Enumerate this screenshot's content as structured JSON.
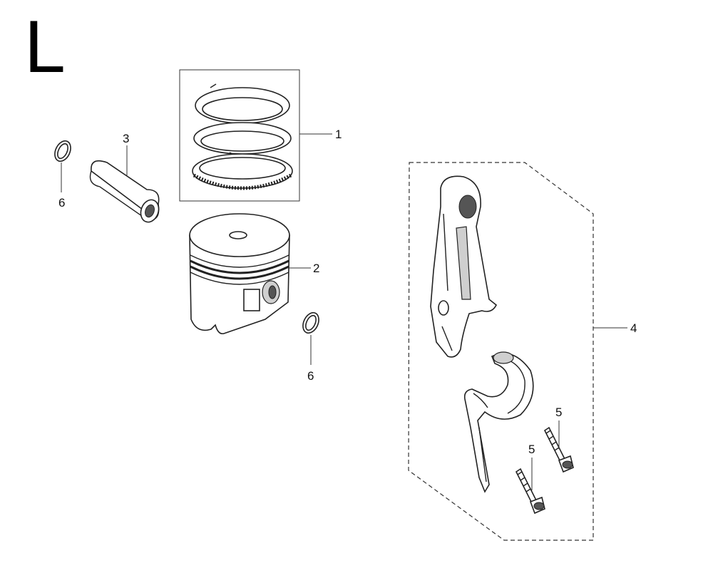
{
  "diagram": {
    "section_letter": "L",
    "callouts": {
      "piston_ring_set": "1",
      "piston": "2",
      "piston_pin": "3",
      "connecting_rod_set": "4",
      "rod_bolt_upper": "5",
      "rod_bolt_lower": "5",
      "pin_clip_left": "6",
      "pin_clip_right": "6"
    }
  }
}
